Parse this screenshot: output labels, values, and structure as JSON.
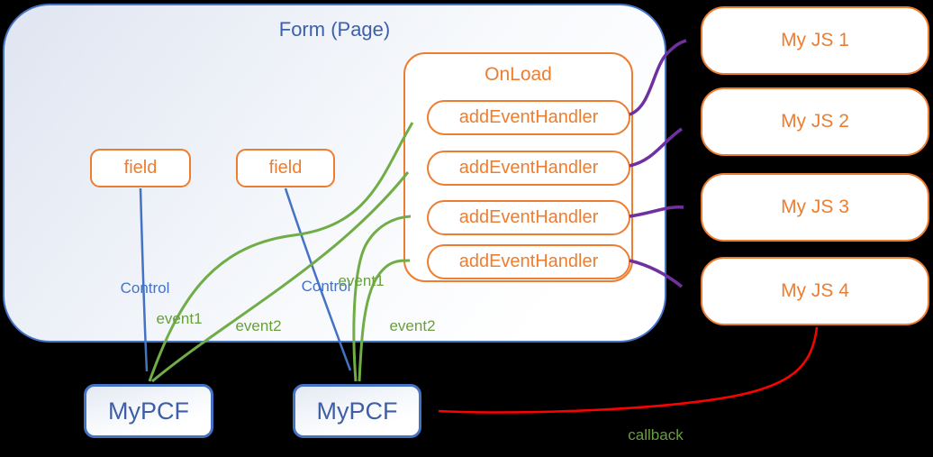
{
  "diagram": {
    "form": {
      "title": "Form (Page)"
    },
    "fields": [
      {
        "label": "field"
      },
      {
        "label": "field"
      }
    ],
    "onload": {
      "title": "OnLoad",
      "handlers": [
        {
          "label": "addEventHandler"
        },
        {
          "label": "addEventHandler"
        },
        {
          "label": "addEventHandler"
        },
        {
          "label": "addEventHandler"
        }
      ]
    },
    "my_js": [
      {
        "label": "My JS 1"
      },
      {
        "label": "My JS 2"
      },
      {
        "label": "My JS 3"
      },
      {
        "label": "My JS 4"
      }
    ],
    "pcf": [
      {
        "label": "MyPCF"
      },
      {
        "label": "MyPCF"
      }
    ],
    "edge_labels": {
      "control_left": "Control",
      "event1_left": "event1",
      "event2_left": "event2",
      "control_right": "Control",
      "event1_right": "event1",
      "event2_right": "event2",
      "callback": "callback"
    },
    "colors": {
      "background": "#000000",
      "orange": "#ED7D31",
      "blue": "#4472C4",
      "title_blue": "#3B60AE",
      "pcf_text_blue": "#3E5FA6",
      "green": "#70AD47",
      "purple": "#7030A0",
      "red": "#FF0000"
    }
  }
}
